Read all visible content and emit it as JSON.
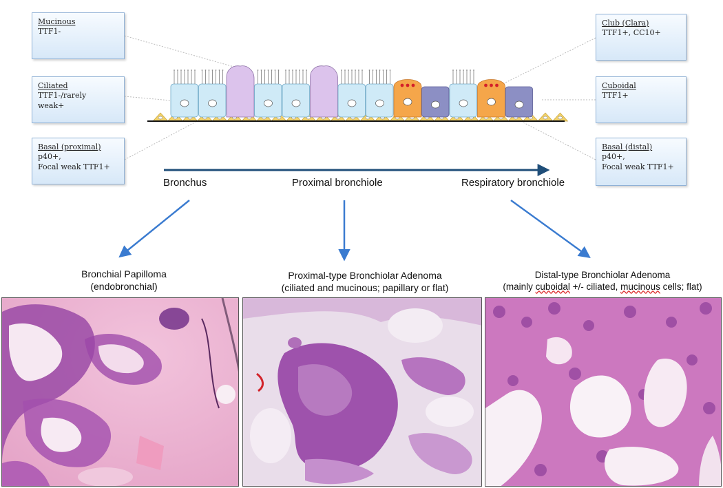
{
  "cell_types_left": [
    {
      "title": "Mucinous",
      "body": "TTF1-"
    },
    {
      "title": "Ciliated",
      "body": "TTF1-/rarely\nweak+"
    },
    {
      "title": "Basal (proximal)",
      "body": "p40+,\nFocal weak TTF1+"
    }
  ],
  "cell_types_right": [
    {
      "title": "Club (Clara)",
      "body": "TTF1+, CC10+"
    },
    {
      "title": "Cuboidal",
      "body": "TTF1+"
    },
    {
      "title": "Basal (distal)",
      "body": "p40+,\nFocal weak TTF1+"
    }
  ],
  "airway_locations": [
    "Bronchus",
    "Proximal bronchiole",
    "Respiratory bronchiole"
  ],
  "lesions": [
    {
      "name": "Bronchial Papilloma",
      "detail": "(endobronchial)"
    },
    {
      "name": "Proximal-type Bronchiolar Adenoma",
      "detail": "(ciliated and mucinous; papillary or flat)"
    },
    {
      "name": "Distal-type Bronchiolar Adenoma",
      "detail_pre": "(mainly ",
      "detail_mark1": "cuboidal",
      "detail_mid": " +/- ciliated, ",
      "detail_mark2": "mucinous",
      "detail_post": " cells; flat)"
    }
  ],
  "colors": {
    "arrow_blue": "#3a7bd0",
    "axis_arrow": "#1f4e79",
    "ciliated_cell": "#cfeaf7",
    "mucinous_cell": "#dcc3ec",
    "club_cell": "#f5a64a",
    "cuboidal_cell": "#8c8fc4",
    "basal_cell": "#f3d36b",
    "he_pink": "#e3a6c9",
    "he_purple": "#8a3f97"
  },
  "epithelium_sequence": [
    "ciliated",
    "ciliated",
    "mucinous",
    "ciliated",
    "ciliated",
    "mucinous",
    "ciliated",
    "ciliated",
    "club",
    "cuboidal",
    "ciliated",
    "club",
    "cuboidal"
  ]
}
